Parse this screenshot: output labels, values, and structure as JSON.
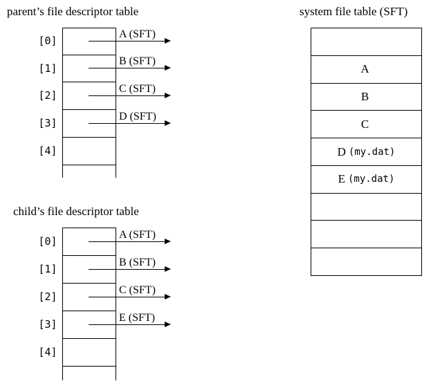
{
  "titles": {
    "parent": "parent’s file descriptor table",
    "child": "child’s file descriptor table",
    "sft": "system file table (SFT)"
  },
  "parent_table": {
    "rows": [
      {
        "index": "[0]",
        "arrow_label": "A (SFT)"
      },
      {
        "index": "[1]",
        "arrow_label": "B (SFT)"
      },
      {
        "index": "[2]",
        "arrow_label": "C (SFT)"
      },
      {
        "index": "[3]",
        "arrow_label": "D (SFT)"
      },
      {
        "index": "[4]",
        "arrow_label": ""
      }
    ]
  },
  "child_table": {
    "rows": [
      {
        "index": "[0]",
        "arrow_label": "A (SFT)"
      },
      {
        "index": "[1]",
        "arrow_label": "B (SFT)"
      },
      {
        "index": "[2]",
        "arrow_label": "C (SFT)"
      },
      {
        "index": "[3]",
        "arrow_label": "E (SFT)"
      },
      {
        "index": "[4]",
        "arrow_label": ""
      }
    ]
  },
  "sft_table": {
    "rows": [
      {
        "label": "",
        "file": ""
      },
      {
        "label": "A",
        "file": ""
      },
      {
        "label": "B",
        "file": ""
      },
      {
        "label": "C",
        "file": ""
      },
      {
        "label": "D",
        "file": "(my.dat)"
      },
      {
        "label": "E",
        "file": "(my.dat)"
      },
      {
        "label": "",
        "file": ""
      },
      {
        "label": "",
        "file": ""
      },
      {
        "label": "",
        "file": ""
      }
    ]
  }
}
